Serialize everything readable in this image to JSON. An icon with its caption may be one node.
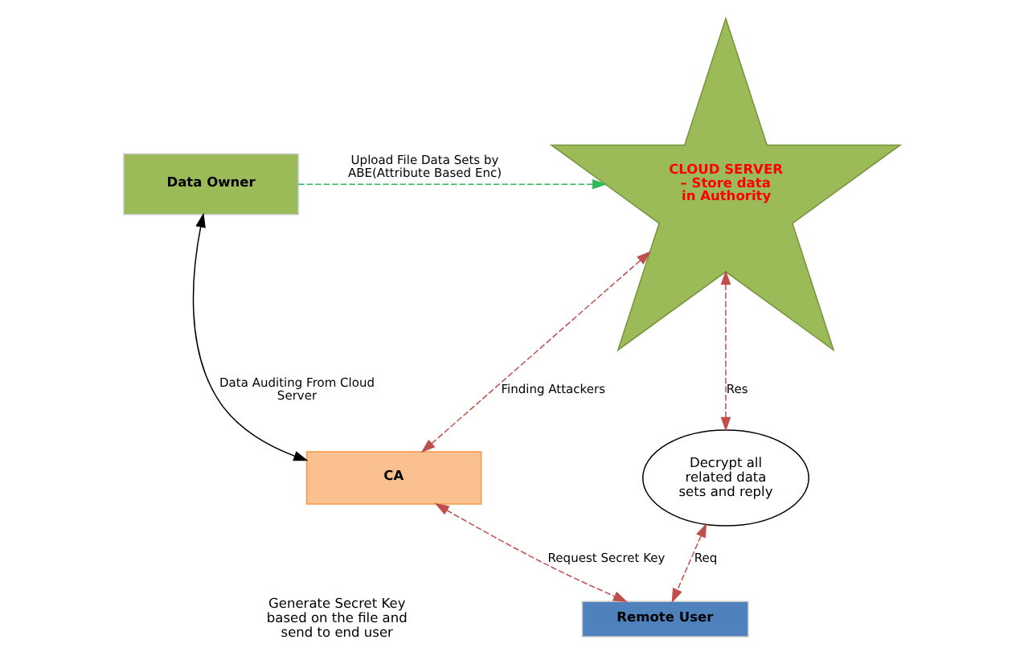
{
  "diagram": {
    "nodes": [
      {
        "text": [
          "Data Owner"
        ]
      },
      {
        "text": [
          "CLOUD SERVER – Store data in Authority"
        ]
      },
      {
        "text": [
          "CA"
        ]
      },
      {
        "text": [
          "Decrypt all related data sets and reply"
        ]
      },
      {
        "text": [
          "Remote User"
        ]
      }
    ],
    "edges": [
      {
        "from": 0,
        "to": 1,
        "arrow": "to",
        "label": "Upload File Data Sets by ABE(Attribute Based Enc)",
        "style": "dashed",
        "color": "#2eb85c"
      },
      {
        "from": 0,
        "to": 2,
        "arrow": "both",
        "label": "Data Auditing From Cloud Server",
        "color": "#000000"
      },
      {
        "from": 1,
        "to": 2,
        "arrow": "both",
        "label": "Finding Attackers",
        "style": "dashed",
        "color": "#c0504d"
      },
      {
        "from": 1,
        "to": 3,
        "arrow": "both",
        "label": "Res",
        "style": "dashed",
        "color": "#c0504d"
      },
      {
        "from": 3,
        "to": 4,
        "arrow": "both",
        "label": "Req",
        "style": "dashed",
        "color": "#c0504d"
      },
      {
        "from": 2,
        "to": 4,
        "arrow": "both",
        "label": "Request Secret Key",
        "style": "dashed",
        "color": "#c0504d"
      }
    ],
    "labels": [
      "Generate Secret Key based on the file and send to end user"
    ]
  }
}
